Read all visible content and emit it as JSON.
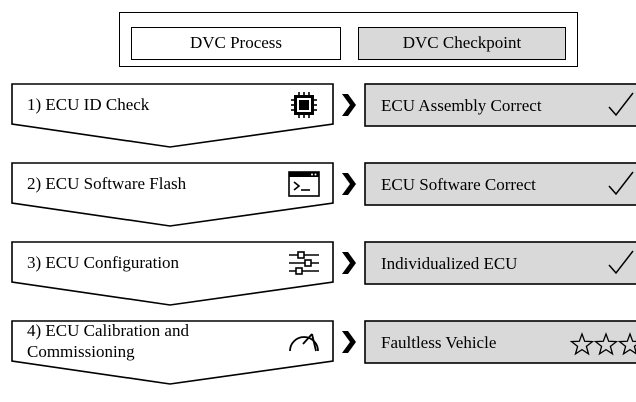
{
  "legend": {
    "process_label": "DVC Process",
    "checkpoint_label": "DVC Checkpoint"
  },
  "steps": [
    {
      "process_lines": [
        "1) ECU ID Check"
      ],
      "icon": "chip-icon",
      "checkpoint_text": "ECU Assembly Correct",
      "checkpoint_mark": "check-mark-icon"
    },
    {
      "process_lines": [
        "2) ECU Software Flash"
      ],
      "icon": "terminal-icon",
      "checkpoint_text": "ECU Software Correct",
      "checkpoint_mark": "check-mark-icon"
    },
    {
      "process_lines": [
        "3) ECU Configuration"
      ],
      "icon": "sliders-icon",
      "checkpoint_text": "Individualized ECU",
      "checkpoint_mark": "check-mark-icon"
    },
    {
      "process_lines": [
        "4) ECU Calibration and",
        "Commissioning"
      ],
      "icon": "gauge-icon",
      "checkpoint_text": "Faultless Vehicle",
      "checkpoint_mark": "three-stars-icon"
    }
  ],
  "colors": {
    "checkpoint_fill": "#d9d9d9",
    "stroke": "#000000"
  }
}
